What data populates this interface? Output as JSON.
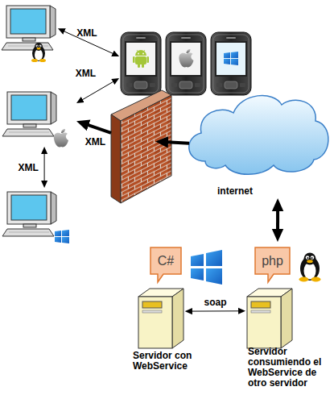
{
  "diagram": {
    "nodes": [
      {
        "text": []
      },
      {
        "text": []
      },
      {
        "text": []
      },
      {
        "text": []
      },
      {
        "text": [
          "internet"
        ]
      },
      {
        "text": []
      },
      {
        "text": [
          "Servidor con WebService"
        ]
      },
      {
        "text": [
          "C#"
        ],
        "in": 6
      },
      {
        "text": [
          "Servidor consumiendo el WebService de otro servidor"
        ]
      },
      {
        "text": [
          "php"
        ],
        "in": 8
      }
    ],
    "edges": [
      {
        "from": 0,
        "to": 1,
        "arrow": "both",
        "label": "XML"
      },
      {
        "from": 2,
        "to": 1,
        "arrow": "both",
        "label": "XML"
      },
      {
        "from": 2,
        "to": 5,
        "arrow": "both",
        "label": "XML"
      },
      {
        "from": 3,
        "to": 2,
        "arrow": "to",
        "label": "XML"
      },
      {
        "from": 4,
        "to": 3,
        "arrow": "to"
      },
      {
        "from": 4,
        "to": 8,
        "arrow": "both"
      },
      {
        "from": 6,
        "to": 8,
        "arrow": "both",
        "label": "soap"
      }
    ]
  }
}
